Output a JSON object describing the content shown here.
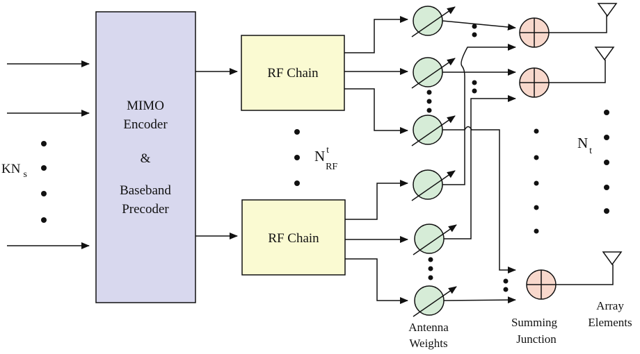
{
  "diagram": {
    "input_label": {
      "main": "KN",
      "sub": "s"
    },
    "encoder": {
      "line1": "MIMO",
      "line2": "Encoder",
      "line3": "&",
      "line4": "Baseband",
      "line5": "Precoder"
    },
    "rf_chains": [
      "RF Chain",
      "RF Chain"
    ],
    "rf_count_label": {
      "main": "N",
      "sup": "t",
      "sub": "RF"
    },
    "antenna_count_label": {
      "main": "N",
      "sub": "t"
    },
    "captions": {
      "weights": [
        "Antenna",
        "Weights"
      ],
      "summing": [
        "Summing",
        "Junction"
      ],
      "array": [
        "Array",
        "Elements"
      ]
    },
    "colors": {
      "encoder_fill": "#d8d8ee",
      "rf_fill": "#fafad2",
      "weight_fill": "#d6ecd7",
      "sum_fill": "#f8d8cc",
      "stroke": "#111111"
    }
  }
}
